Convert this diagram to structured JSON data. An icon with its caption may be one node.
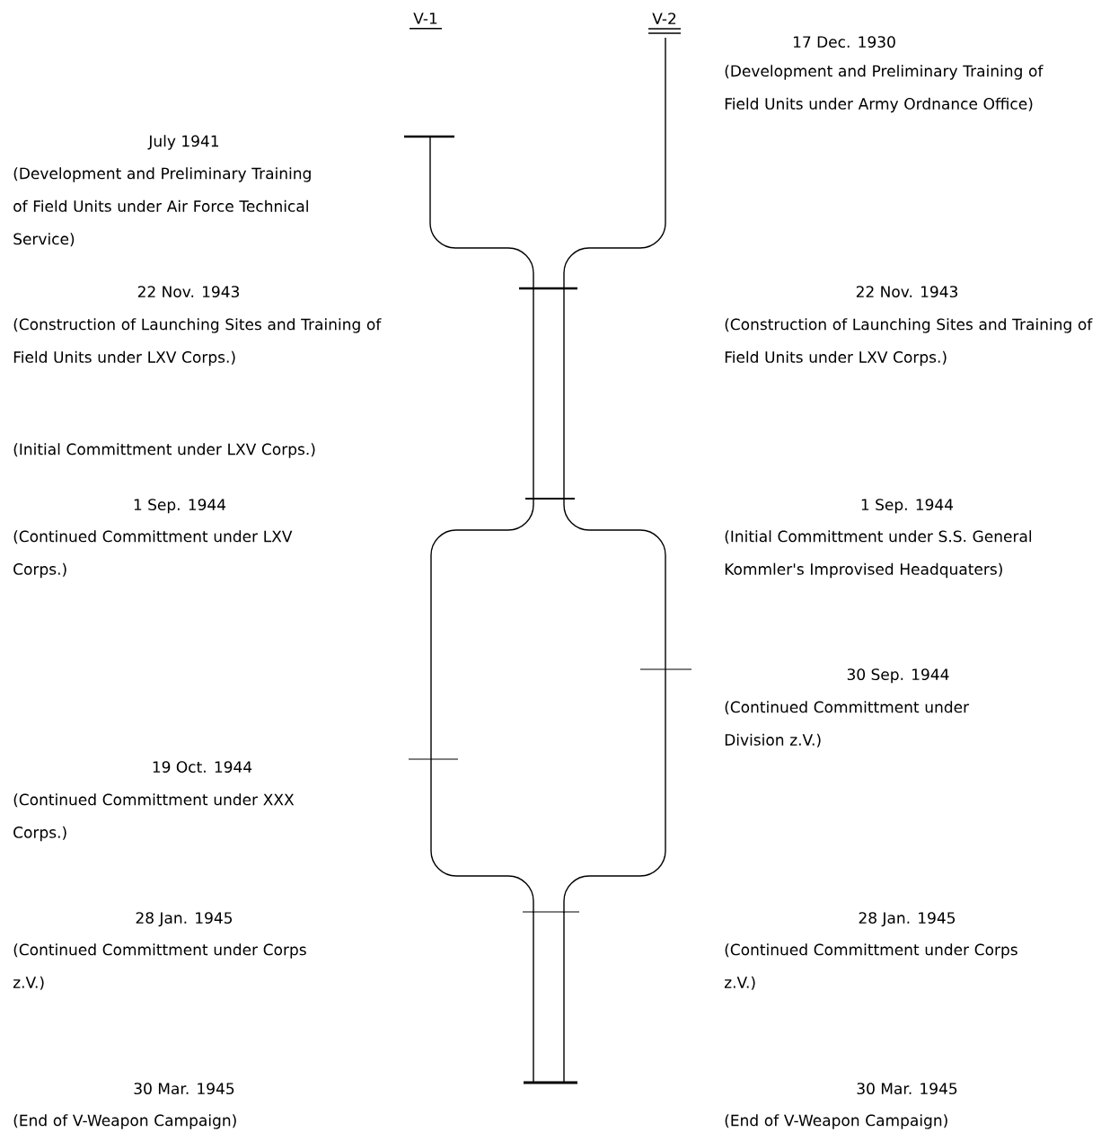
{
  "diagram": {
    "labels": [
      "V-1",
      "V-2",
      "17 Dec. 1930",
      "(Development and Preliminary Training of Field Units under Army Ordnance Office)",
      "July 1941",
      "(Development and Preliminary Training of Field Units under Air Force Technical Service)",
      "22 Nov. 1943",
      "(Construction of Launching Sites and Training of Field Units under LXV Corps.)",
      "22 Nov. 1943",
      "(Construction of Launching Sites and Training of Field Units under LXV Corps.)",
      "(Initial Committment under LXV Corps.)",
      "1 Sep. 1944",
      "(Continued Committment under LXV Corps.)",
      "1 Sep. 1944",
      "(Initial Committment under S.S. General Kommler's Improvised Headquaters)",
      "30 Sep. 1944",
      "(Continued Committment under Division z.V.)",
      "19 Oct. 1944",
      "(Continued Committment under XXX Corps.)",
      "28 Jan. 1945",
      "(Continued Committment under Corps z.V.)",
      "28 Jan. 1945",
      "(Continued Committment under Corps z.V.)",
      "30 Mar. 1945",
      "(End of V-Weapon Campaign)",
      "30 Mar. 1945",
      "(End of V-Weapon Campaign)"
    ]
  }
}
